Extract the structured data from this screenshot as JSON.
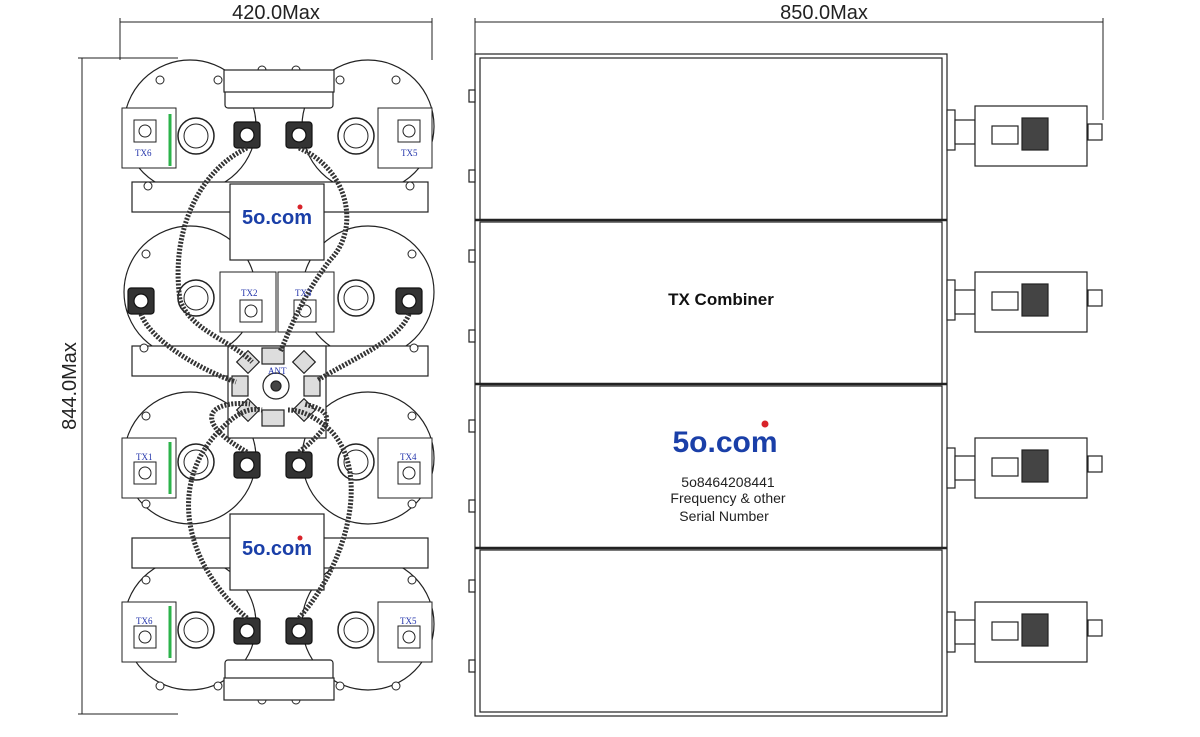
{
  "dimensions": {
    "width_left": "420.0Max",
    "width_right": "850.0Max",
    "height": "844.0Max"
  },
  "front_view": {
    "ports": {
      "tx6_top": "TX6",
      "tx5_top": "TX5",
      "tx2": "TX2",
      "tx3": "TX3",
      "tx1": "TX1",
      "tx4": "TX4",
      "tx6_bottom": "TX6",
      "tx5_bottom": "TX5",
      "ant": "ANT"
    },
    "brand_top": "5o.com",
    "brand_bottom": "5o.com"
  },
  "side_view": {
    "title": "TX Combiner",
    "brand": "5o.com",
    "model": "5o8464208441",
    "info_line1": "Frequency & other",
    "info_line2": "Serial Number"
  },
  "colors": {
    "line": "#222222",
    "brand_blue": "#1a3fa8",
    "brand_red": "#d8232a",
    "label_blue": "#2233aa",
    "led_green": "#2bb34a"
  }
}
